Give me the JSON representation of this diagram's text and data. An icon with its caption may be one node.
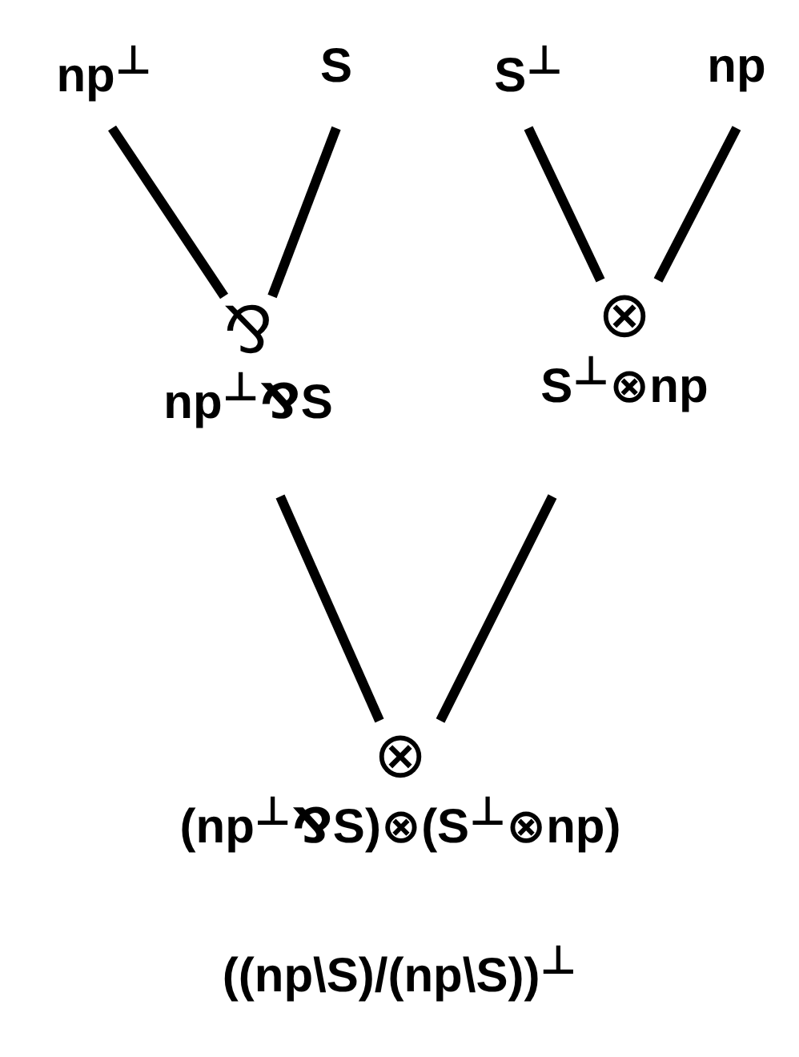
{
  "diagram": {
    "nodes": [
      {
        "text": [
          "np$^{⊥}$"
        ]
      },
      {
        "text": [
          "S"
        ]
      },
      {
        "text": [
          "S$^{⊥}$"
        ]
      },
      {
        "text": [
          "np"
        ]
      },
      {
        "text": [
          "⅋",
          "np$^{⊥}$⅋S"
        ]
      },
      {
        "text": [
          "⊗",
          "S$^{⊥}$⊗np"
        ]
      },
      {
        "text": [
          "⊗",
          "(np$^{⊥}$⅋S)⊗(S$^{⊥}$⊗np)"
        ]
      }
    ],
    "edges": [
      {
        "from": 0,
        "to": 4,
        "arrow": "none"
      },
      {
        "from": 1,
        "to": 4,
        "arrow": "none"
      },
      {
        "from": 2,
        "to": 5,
        "arrow": "none"
      },
      {
        "from": 3,
        "to": 5,
        "arrow": "none"
      },
      {
        "from": 4,
        "to": 6,
        "arrow": "none"
      },
      {
        "from": 5,
        "to": 6,
        "arrow": "none"
      }
    ],
    "labels": [
      "((np\\S)/(np\\S))$^{⊥}$"
    ]
  }
}
